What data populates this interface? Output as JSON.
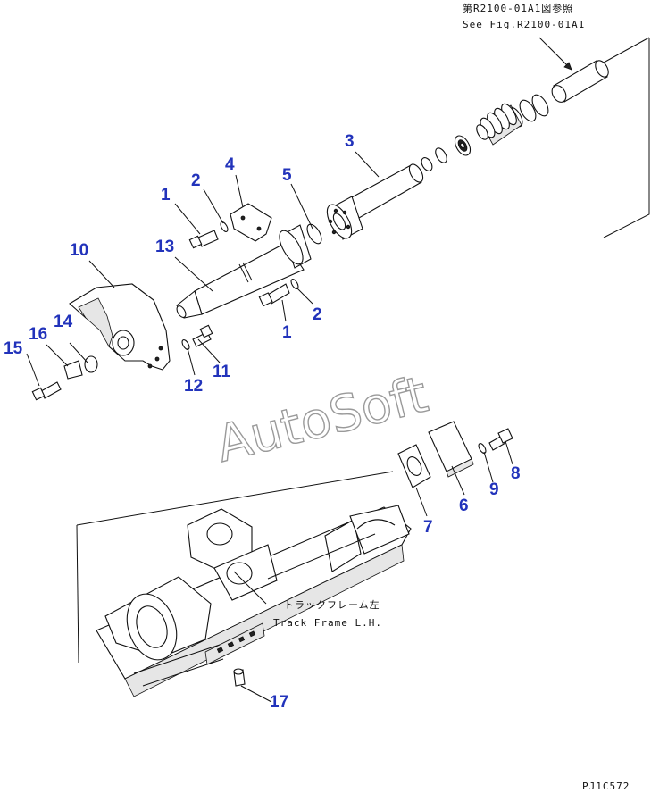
{
  "header_note": {
    "line1": "第R2100-01A1図参照",
    "line2": "See Fig.R2100-01A1"
  },
  "frame_note": {
    "line1": "トラックフレーム左",
    "line2": "Track Frame L.H."
  },
  "watermark": "AutoSoft",
  "drawing_code": "PJ1C572",
  "callouts": {
    "c1a": "1",
    "c2a": "2",
    "c3": "3",
    "c4": "4",
    "c5": "5",
    "c1b": "1",
    "c2b": "2",
    "c6": "6",
    "c7": "7",
    "c8": "8",
    "c9": "9",
    "c10": "10",
    "c11": "11",
    "c12": "12",
    "c13": "13",
    "c14": "14",
    "c15": "15",
    "c16": "16",
    "c17": "17"
  },
  "colors": {
    "callout": "#2233bb",
    "line": "#111111",
    "watermark": "#9a9a9a"
  }
}
